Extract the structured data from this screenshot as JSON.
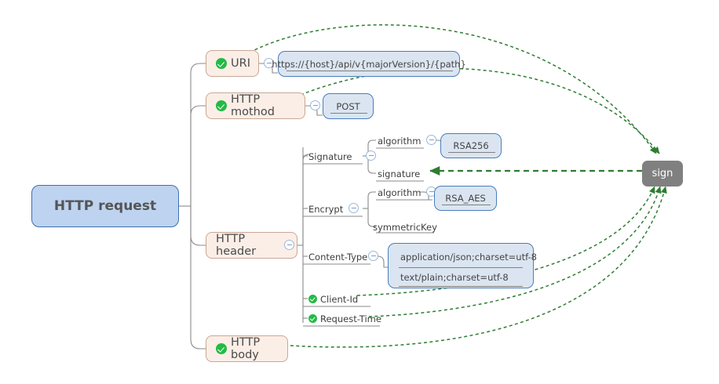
{
  "diagram": {
    "type": "mind-map",
    "title": "HTTP request",
    "colors": {
      "root_fill": "#bdd3f0",
      "root_border": "#3f6fb0",
      "topic_fill": "#fbeee7",
      "topic_border": "#c8a894",
      "value_fill": "#dbe5f1",
      "value_border": "#4a7ebb",
      "sign_fill": "#808080",
      "relation_line": "#2e7d32",
      "check_badge": "#22bb44",
      "background": "#ffffff"
    }
  },
  "root": {
    "label": "HTTP request"
  },
  "branches": {
    "uri": {
      "label": "URI",
      "checked": true,
      "value": "https://{host}/api/v{majorVersion}/{path}"
    },
    "method": {
      "label": "HTTP mothod",
      "checked": true,
      "value": "POST"
    },
    "header": {
      "label": "HTTP header",
      "checked": false,
      "children": {
        "signature": {
          "label": "Signature",
          "items": [
            {
              "label": "algorithm",
              "value": "RSA256"
            },
            {
              "label": "signature",
              "value": ""
            }
          ]
        },
        "encrypt": {
          "label": "Encrypt",
          "items": [
            {
              "label": "algorithm",
              "value": "RSA_AES"
            },
            {
              "label": "symmetricKey",
              "value": ""
            }
          ]
        },
        "content_type": {
          "label": "Content-Type",
          "values": [
            "application/json;charset=utf-8",
            "text/plain;charset=utf-8"
          ]
        },
        "client_id": {
          "label": "Client-Id",
          "checked": true
        },
        "request_time": {
          "label": "Request-Time",
          "checked": true
        }
      }
    },
    "body": {
      "label": "HTTP body",
      "checked": true
    }
  },
  "sign_node": {
    "label": "sign"
  },
  "relations": [
    {
      "from": "URI",
      "to": "sign"
    },
    {
      "from": "HTTP mothod",
      "to": "sign"
    },
    {
      "from": "sign",
      "to": "signature"
    },
    {
      "from": "Client-Id",
      "to": "sign"
    },
    {
      "from": "Request-Time",
      "to": "sign"
    },
    {
      "from": "HTTP body",
      "to": "sign"
    }
  ],
  "icons": {
    "check": "check-circle-icon",
    "collapse": "collapse-minus-icon"
  }
}
